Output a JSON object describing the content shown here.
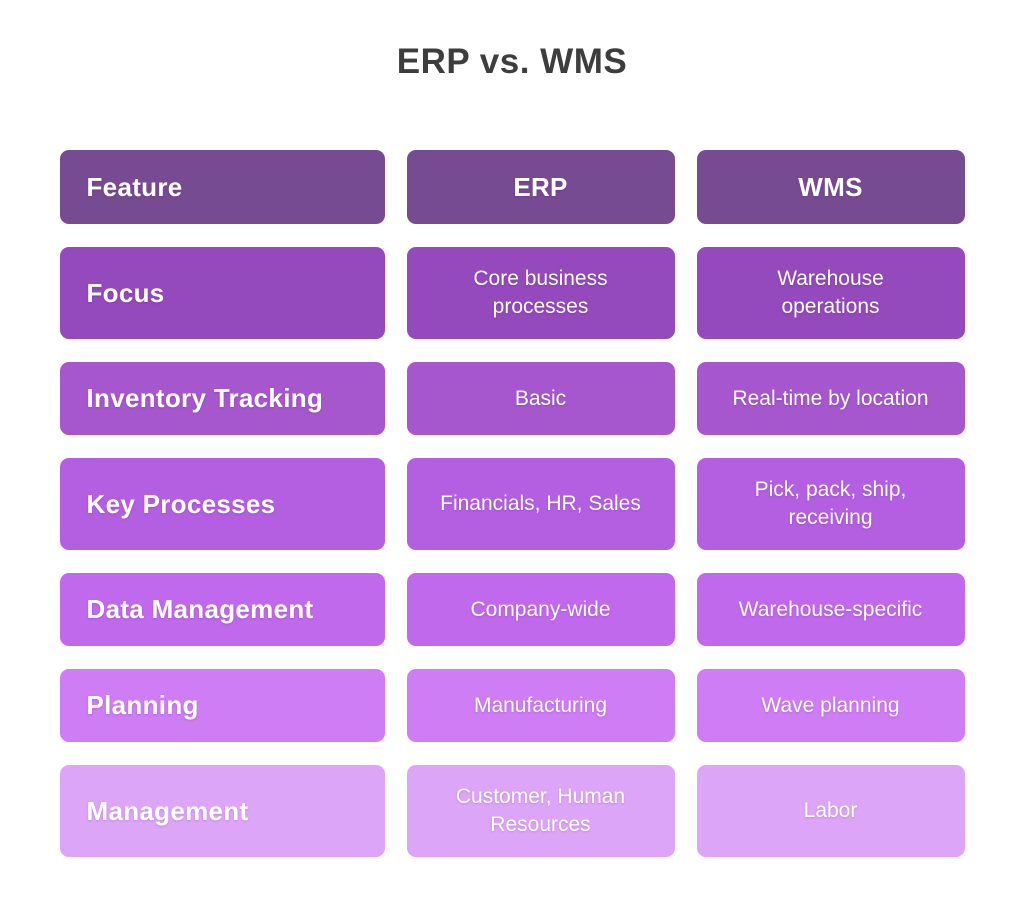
{
  "title": "ERP vs. WMS",
  "title_color": "#3D3D3D",
  "table": {
    "header": {
      "feature": "Feature",
      "erp": "ERP",
      "wms": "WMS"
    },
    "rows": [
      {
        "feature": "Focus",
        "erp": "Core business processes",
        "wms": "Warehouse operations"
      },
      {
        "feature": "Inventory Tracking",
        "erp": "Basic",
        "wms": "Real-time by location"
      },
      {
        "feature": "Key Processes",
        "erp": "Financials, HR, Sales",
        "wms": "Pick, pack, ship, receiving"
      },
      {
        "feature": "Data Management",
        "erp": "Company-wide",
        "wms": "Warehouse-specific"
      },
      {
        "feature": "Planning",
        "erp": "Manufacturing",
        "wms": "Wave planning"
      },
      {
        "feature": "Management",
        "erp": "Customer, Human Resources",
        "wms": "Labor"
      }
    ],
    "row_colors": [
      "#764B92",
      "#9449BC",
      "#A757CE",
      "#B45FE2",
      "#C169EC",
      "#CE7DF5",
      "#DDA5F8"
    ],
    "text_color": "#FFFFFF"
  }
}
